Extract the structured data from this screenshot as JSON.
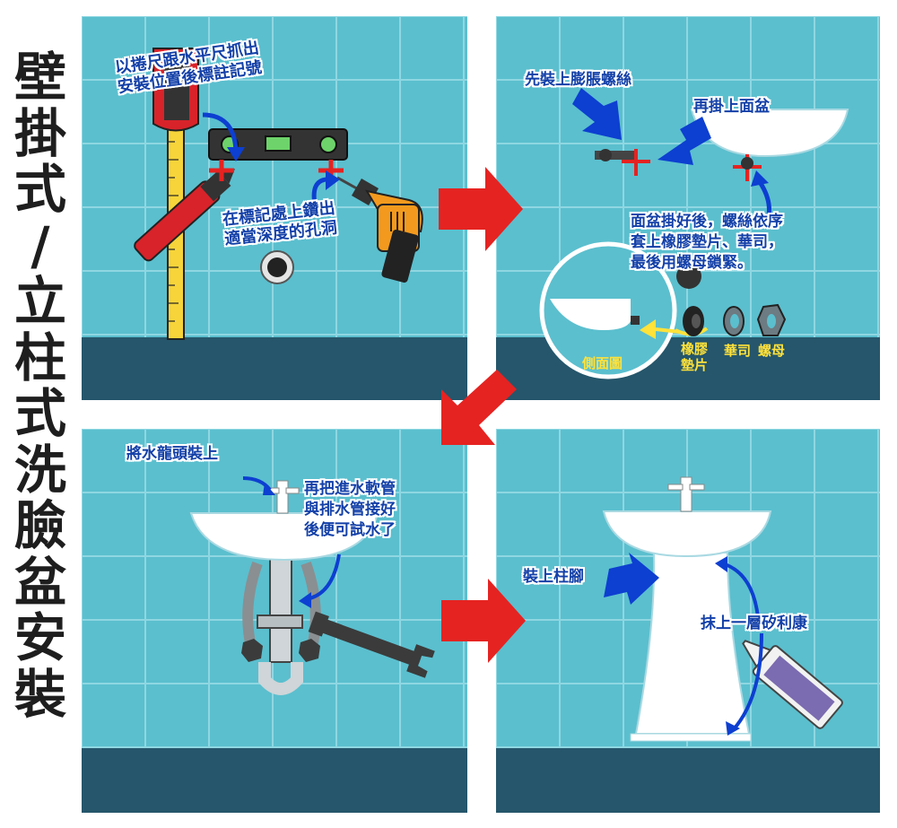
{
  "title_chars": [
    "壁",
    "掛",
    "式",
    "/",
    "立",
    "柱",
    "式",
    "洗",
    "臉",
    "盆",
    "安",
    "裝"
  ],
  "colors": {
    "tile": "#5bbfce",
    "grout": "#8fd7e2",
    "floor": "#25566b",
    "label_text": "#1340a8",
    "pointer_blue": "#0d3fd1",
    "red_arrow": "#e52321",
    "yellow_text": "#ffe23a"
  },
  "step1": {
    "label_measure": "以捲尺跟水平尺抓出\n安裝位置後標註記號",
    "label_drill": "在標記處上鑽出\n適當深度的孔洞"
  },
  "step2": {
    "label_bolt": "先裝上膨脹螺絲",
    "label_basin": "再掛上面盆",
    "label_fasten": "面盆掛好後，螺絲依序\n套上橡膠墊片、華司，\n最後用螺母鎖緊。",
    "label_side_view": "側面圖",
    "label_rubber": "橡膠\n墊片",
    "label_washer": "華司",
    "label_nut": "螺母"
  },
  "step3": {
    "label_faucet": "將水龍頭裝上",
    "label_hoses": "再把進水軟管\n與排水管接好\n後便可試水了"
  },
  "step4": {
    "label_pedestal": "裝上柱腳",
    "label_silicone": "抹上一層矽利康"
  }
}
